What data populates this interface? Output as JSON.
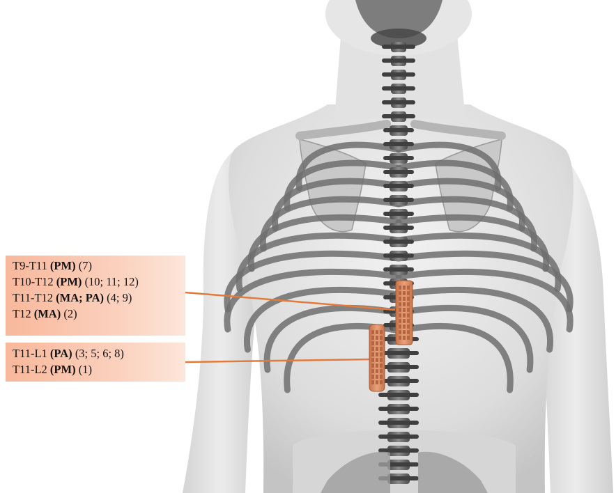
{
  "figure": {
    "image": "human torso back view with spine, ribcage and two paddle leads",
    "colors": {
      "body": "#e3e3e3",
      "bone": "#6e6e6e",
      "bone_dark": "#3b3b3b",
      "lead": "#d9895f",
      "connector": "#e07b3c",
      "label_bg": "#fbc9b0"
    }
  },
  "labels": {
    "upper_group": [
      {
        "level": "T9-T11",
        "type": "(PM)",
        "refs": "(7)"
      },
      {
        "level": "T10-T12",
        "type": "(PM)",
        "refs": "(10; 11; 12)"
      },
      {
        "level": "T11-T12",
        "type": "(MA; PA)",
        "refs": "(4; 9)"
      },
      {
        "level": "T12",
        "type": "(MA)",
        "refs": "(2)"
      }
    ],
    "lower_group": [
      {
        "level": "T11-L1",
        "type": "(PA)",
        "refs": "(3; 5; 6; 8)"
      },
      {
        "level": "T11-L2",
        "type": "(PM)",
        "refs": "(1)"
      }
    ]
  }
}
